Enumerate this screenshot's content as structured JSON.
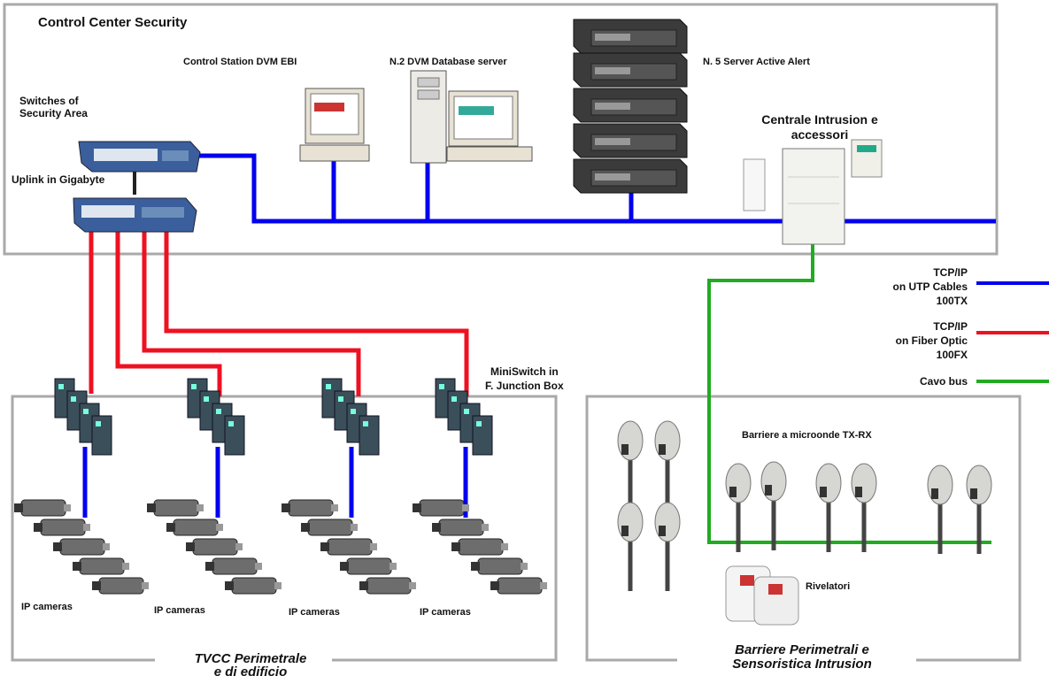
{
  "control_center": {
    "title": "Control Center Security"
  },
  "labels": {
    "switches": [
      "Switches of",
      "Security Area"
    ],
    "uplink": "Uplink in Gigabyte",
    "control_station": "Control Station DVM EBI",
    "db_server": "N.2 DVM Database  server",
    "active_alert": "N. 5 Server  Active  Alert",
    "centrale": [
      "Centrale Intrusion e",
      "accessori"
    ],
    "miniswitch": [
      "MiniSwitch in",
      "F. Junction Box"
    ],
    "ip_cameras": [
      "IP cameras",
      "IP cameras",
      "IP cameras",
      "IP cameras"
    ],
    "barriere": "Barriere a microonde TX-RX",
    "rivelatori": "Rivelatori"
  },
  "legend": [
    {
      "lines": [
        "TCP/IP",
        "on UTP Cables",
        "100TX"
      ],
      "color": "#0000ee"
    },
    {
      "lines": [
        "TCP/IP",
        "on Fiber Optic",
        "100FX"
      ],
      "color": "#ee1122"
    },
    {
      "lines": [
        "Cavo bus"
      ],
      "color": "#22aa22"
    }
  ],
  "areas": {
    "tvcc": [
      "TVCC Perimetrale",
      "e di edificio"
    ],
    "barriere": [
      "Barriere Perimetrali e",
      "Sensoristica Intrusion"
    ]
  }
}
